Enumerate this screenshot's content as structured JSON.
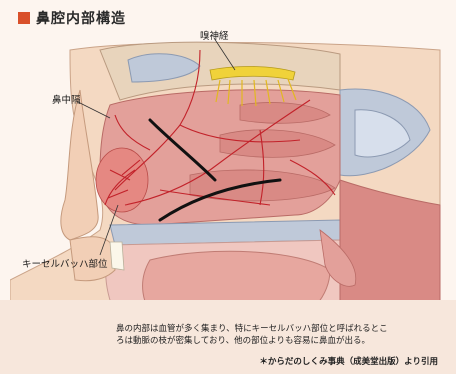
{
  "title": "鼻腔内部構造",
  "labels": {
    "olfactory_nerve": "嗅神経",
    "nasal_septum": "鼻中隔",
    "kiesselbach": "キーセルバッハ部位"
  },
  "caption": "鼻の内部は血管が多く集まり、特にキーセルバッハ部位と呼ばれるところは動脈の枝が密集しており、他の部位よりも容易に鼻血が出る。",
  "credit": "＊からだのしくみ事典（成美堂出版）より引用",
  "colors": {
    "accent": "#d9502a",
    "mucosa": "#e3a09a",
    "artery": "#c2222a",
    "bone": "#bfc9d9",
    "nerve": "#f0d23a",
    "skin": "#f4d9c2"
  }
}
